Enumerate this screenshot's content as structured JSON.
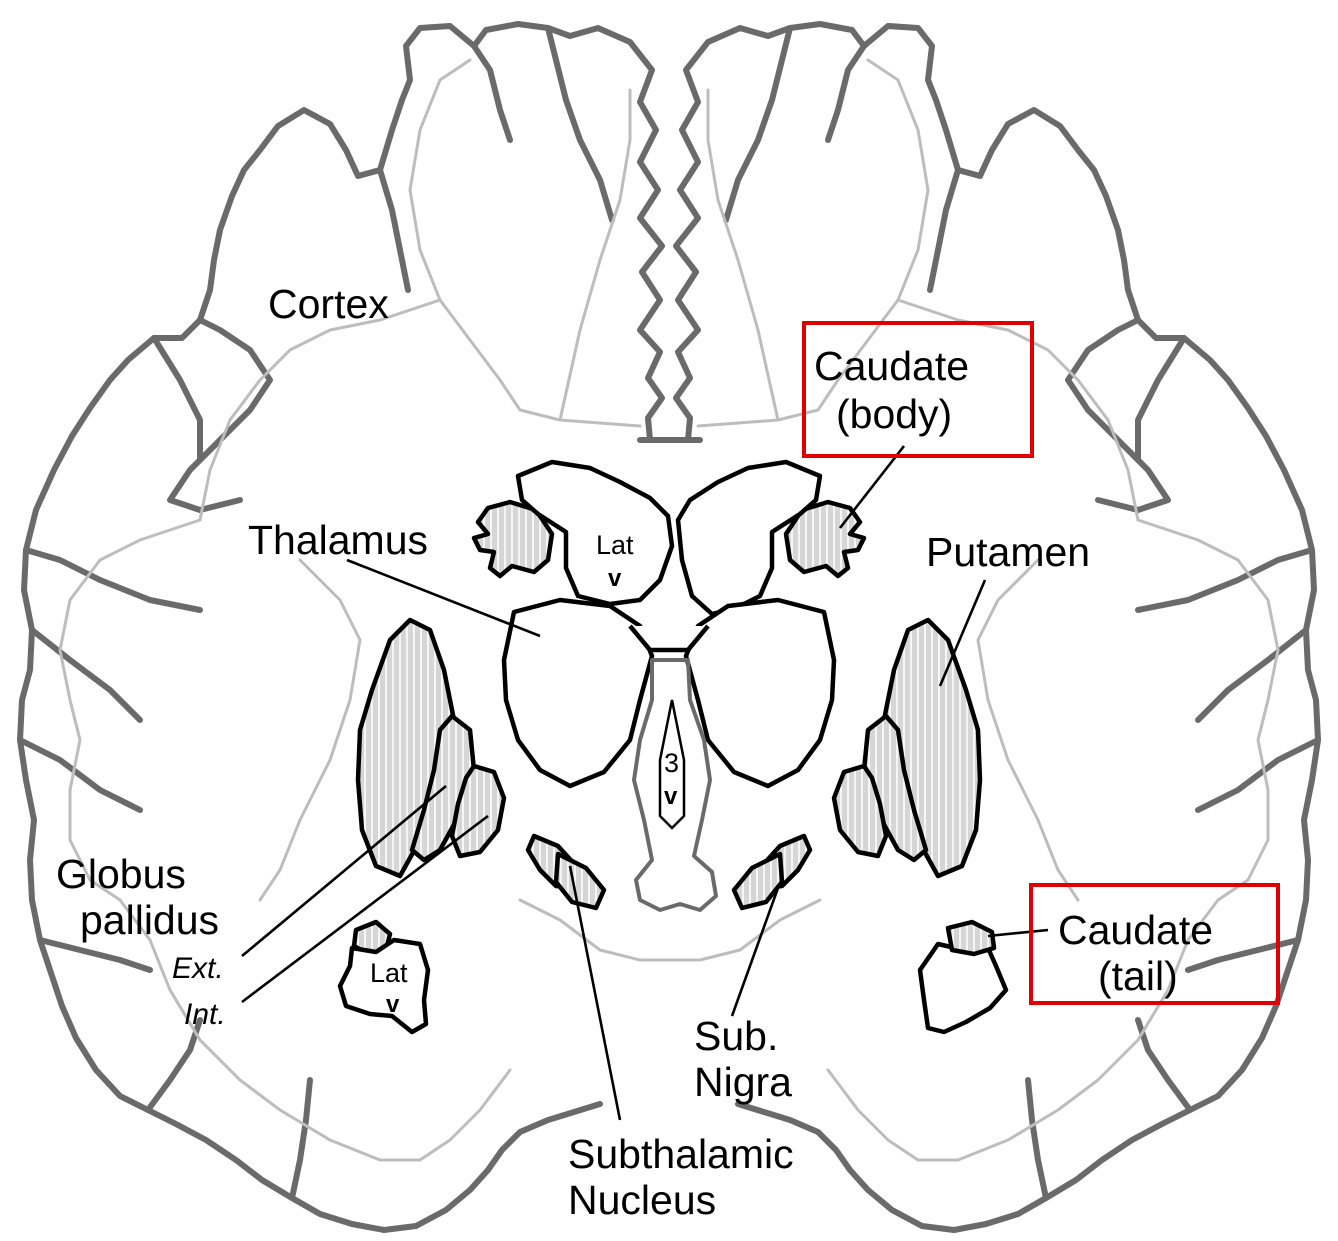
{
  "labels": {
    "cortex": "Cortex",
    "caudate_body_line1": "Caudate",
    "caudate_body_line2": "(body)",
    "thalamus": "Thalamus",
    "lat_v_top_line1": "Lat",
    "lat_v_top_line2": "v",
    "putamen": "Putamen",
    "third_v_line1": "3",
    "third_v_line2": "v",
    "globus_line1": "Globus",
    "globus_line2": "pallidus",
    "ext": "Ext.",
    "int": "Int.",
    "lat_v_bottom_line1": "Lat",
    "lat_v_bottom_line2": "v",
    "caudate_tail_line1": "Caudate",
    "caudate_tail_line2": "(tail)",
    "sub_nigra_line1": "Sub.",
    "sub_nigra_line2": "Nigra",
    "subthalamic_line1": "Subthalamic",
    "subthalamic_line2": "Nucleus"
  },
  "colors": {
    "highlight_box": "#e00000",
    "outline_dark": "#6a6a6a",
    "outline_light": "#bdbdbd",
    "structure_fill": "#d6d6d6"
  }
}
